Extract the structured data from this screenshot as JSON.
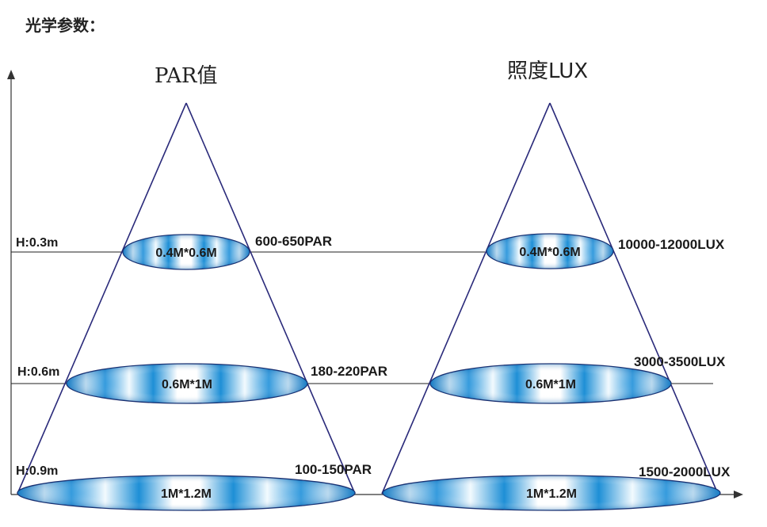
{
  "header": {
    "title": "光学参数："
  },
  "cones": [
    {
      "title": "PAR值",
      "levels": [
        {
          "height": "H:0.3m",
          "spot": "0.4M*0.6M",
          "value": "600-650PAR"
        },
        {
          "height": "H:0.6m",
          "spot": "0.6M*1M",
          "value": "180-220PAR"
        },
        {
          "height": "H:0.9m",
          "spot": "1M*1.2M",
          "value": "100-150PAR"
        }
      ]
    },
    {
      "title": "照度LUX",
      "levels": [
        {
          "spot": "0.4M*0.6M",
          "value": "10000-12000LUX"
        },
        {
          "spot": "0.6M*1M",
          "value": "3000-3500LUX"
        },
        {
          "spot": "1M*1.2M",
          "value": "1500-2000LUX"
        }
      ]
    }
  ],
  "colors": {
    "cone_line": "#2a2a7a",
    "spot_blue": "#1e8fd6",
    "spot_light": "#eaf6fd"
  }
}
